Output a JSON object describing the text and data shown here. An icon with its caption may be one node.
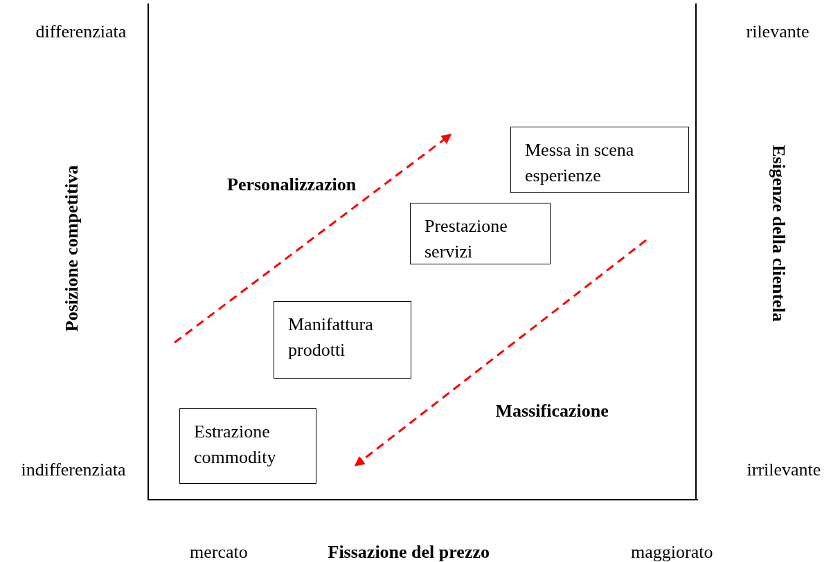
{
  "diagram": {
    "nodes": [
      {
        "text": [
          "Messa in scena esperienze"
        ]
      },
      {
        "text": [
          "Prestazione servizi"
        ]
      },
      {
        "text": [
          "Manifattura prodotti"
        ]
      },
      {
        "text": [
          "Estrazione commodity"
        ]
      }
    ],
    "labels": [
      "differenziata",
      "rilevante",
      "Esigenze della clientela",
      "Personalizzazion",
      "Posizione competitiva",
      "Massificazione",
      "indifferenziata",
      "irrilevante",
      "mercato",
      "Fissazione del prezzo",
      "maggiorato"
    ]
  }
}
